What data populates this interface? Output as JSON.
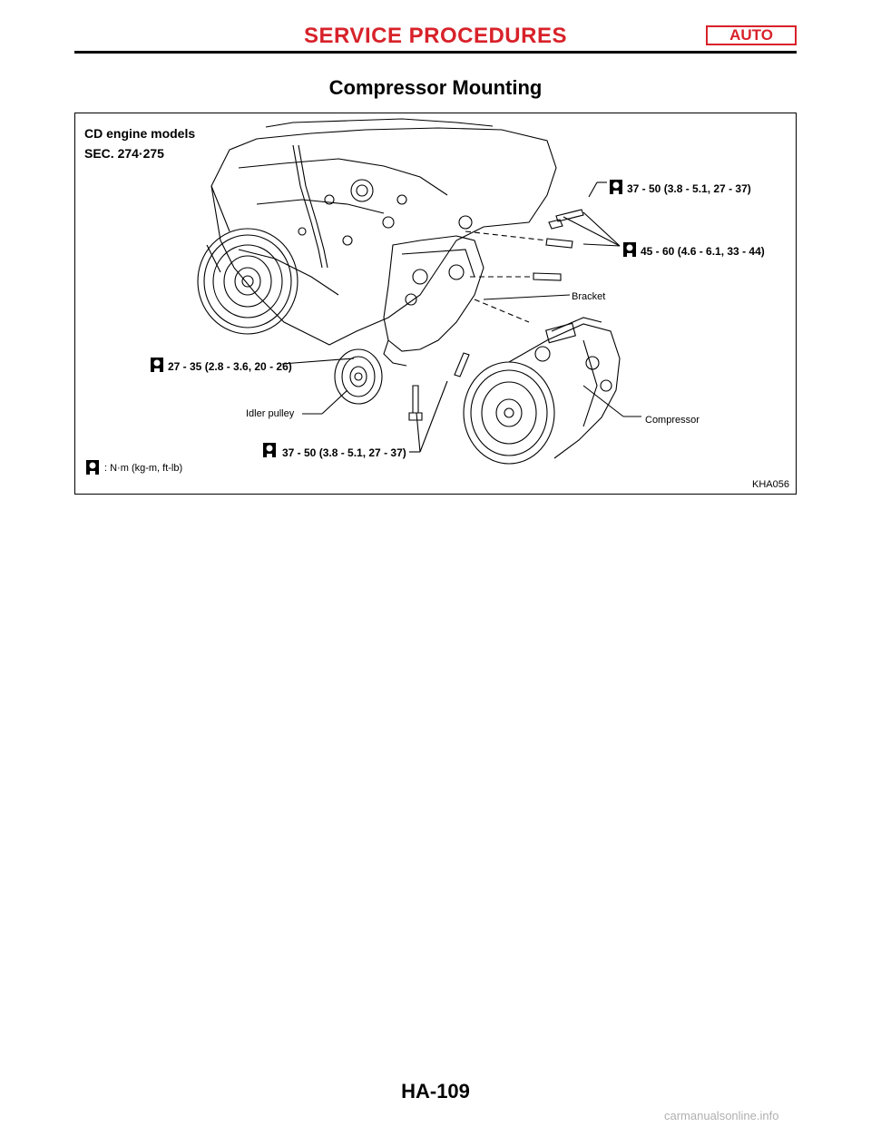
{
  "header": {
    "title": "SERVICE PROCEDURES",
    "badge": "AUTO"
  },
  "section": {
    "title": "Compressor Mounting"
  },
  "figure": {
    "model": "CD engine models",
    "section_code": "SEC. 274·275",
    "labels": {
      "torque_top": "37 - 50 (3.8 - 5.1, 27 - 37)",
      "torque_bracket": "45 - 60 (4.6 - 6.1, 33 - 44)",
      "bracket": "Bracket",
      "torque_idler": "27 - 35 (2.8 - 3.6, 20 - 26)",
      "idler_pulley": "Idler pulley",
      "compressor": "Compressor",
      "torque_bottom": "37 - 50 (3.8 - 5.1, 27 - 37)"
    },
    "legend": ": N·m (kg-m, ft-lb)",
    "figure_id": "KHA056"
  },
  "footer": {
    "page": "HA-109",
    "watermark": "carmanualsonline.info"
  }
}
